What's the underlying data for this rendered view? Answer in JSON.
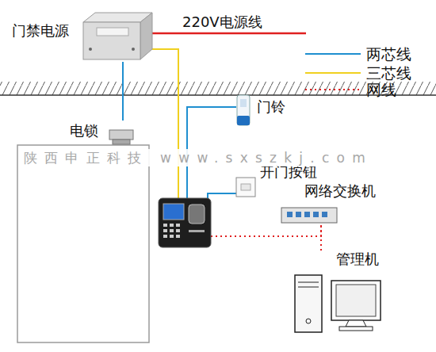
{
  "diagram": {
    "nodes": [
      {
        "text": [
          "门禁电源"
        ]
      },
      {
        "text": [
          "电锁"
        ]
      },
      {
        "text": [
          "门铃"
        ]
      },
      {
        "text": [
          "开门按钮"
        ]
      },
      {
        "text": [
          "网络交换机"
        ]
      },
      {
        "text": [
          "管理机"
        ]
      }
    ],
    "edges": [
      {
        "from": 0,
        "to": 1,
        "arrow": "none"
      },
      {
        "from": 4,
        "to": 5,
        "arrow": "none"
      }
    ],
    "labels": [
      "220V电源线",
      "陕西申正科技 www.sxszkj.com"
    ],
    "legend": [
      {
        "text": "两芯线"
      },
      {
        "text": "三芯线"
      },
      {
        "text": "网线"
      }
    ]
  }
}
